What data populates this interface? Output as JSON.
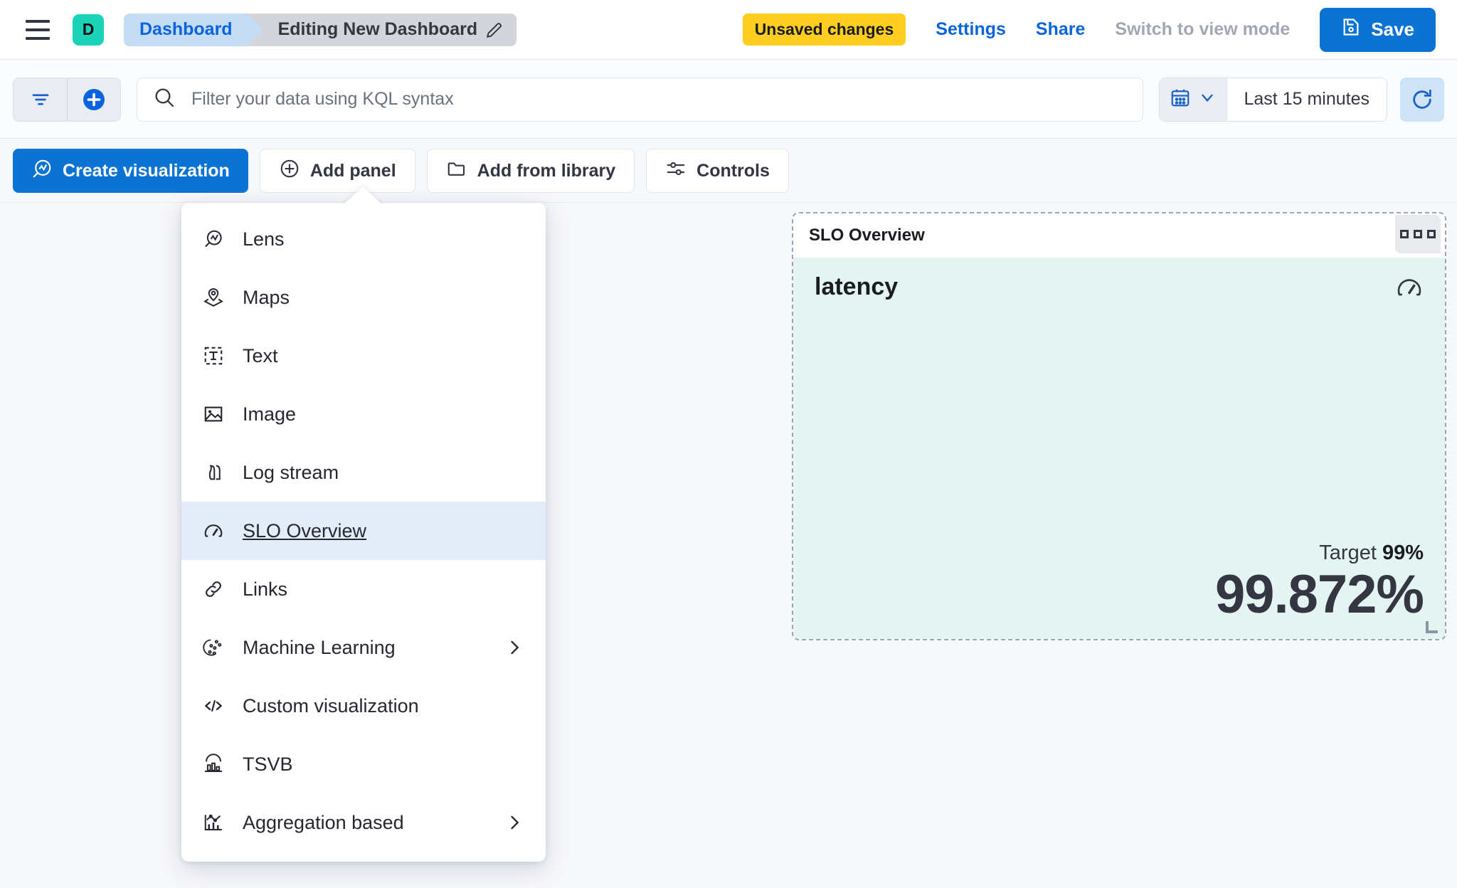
{
  "header": {
    "menu_icon": "hamburger-icon",
    "space_initial": "D",
    "breadcrumb": {
      "parent": "Dashboard",
      "current": "Editing New Dashboard",
      "edit_icon": "pencil-icon"
    },
    "unsaved_badge": "Unsaved changes",
    "settings_link": "Settings",
    "share_link": "Share",
    "view_mode_link": "Switch to view mode",
    "save_label": "Save",
    "save_icon": "save-disk-icon",
    "accent_color": "#0B73D4",
    "badge_color": "#FFCE20",
    "space_color": "#1BD4B8"
  },
  "querybar": {
    "filter_icon": "filter-icon",
    "add_filter_icon": "plus-circle-icon",
    "search_icon": "search-icon",
    "placeholder": "Filter your data using KQL syntax",
    "value": "",
    "calendar_icon": "calendar-icon",
    "chevron_icon": "chevron-down-icon",
    "date_range": "Last 15 minutes",
    "refresh_icon": "refresh-icon"
  },
  "toolbar": {
    "create_visualization": "Create visualization",
    "create_visualization_icon": "lens-icon",
    "add_panel": "Add panel",
    "add_panel_icon": "plus-circle-icon",
    "add_from_library": "Add from library",
    "add_from_library_icon": "folder-icon",
    "controls": "Controls",
    "controls_icon": "controls-icon"
  },
  "add_panel_menu": {
    "items": [
      {
        "label": "Lens",
        "icon": "lens-icon",
        "has_submenu": false,
        "selected": false
      },
      {
        "label": "Maps",
        "icon": "maps-icon",
        "has_submenu": false,
        "selected": false
      },
      {
        "label": "Text",
        "icon": "text-icon",
        "has_submenu": false,
        "selected": false
      },
      {
        "label": "Image",
        "icon": "image-icon",
        "has_submenu": false,
        "selected": false
      },
      {
        "label": "Log stream",
        "icon": "log-stream-icon",
        "has_submenu": false,
        "selected": false
      },
      {
        "label": "SLO Overview",
        "icon": "gauge-icon",
        "has_submenu": false,
        "selected": true
      },
      {
        "label": "Links",
        "icon": "link-icon",
        "has_submenu": false,
        "selected": false
      },
      {
        "label": "Machine Learning",
        "icon": "ml-icon",
        "has_submenu": true,
        "selected": false
      },
      {
        "label": "Custom visualization",
        "icon": "code-icon",
        "has_submenu": false,
        "selected": false
      },
      {
        "label": "TSVB",
        "icon": "tsvb-icon",
        "has_submenu": false,
        "selected": false
      },
      {
        "label": "Aggregation based",
        "icon": "agg-chart-icon",
        "has_submenu": true,
        "selected": false
      }
    ],
    "selected_highlight_color": "#E3EDF9"
  },
  "slo_panel": {
    "panel_title": "SLO Overview",
    "context_menu_icon": "context-menu-icon",
    "slo_name": "latency",
    "type_icon": "gauge-icon",
    "target_label": "Target",
    "target_value": "99%",
    "current_value": "99.872%",
    "body_color": "#E4F4F1",
    "resize_handle_icon": "resize-handle-icon"
  }
}
